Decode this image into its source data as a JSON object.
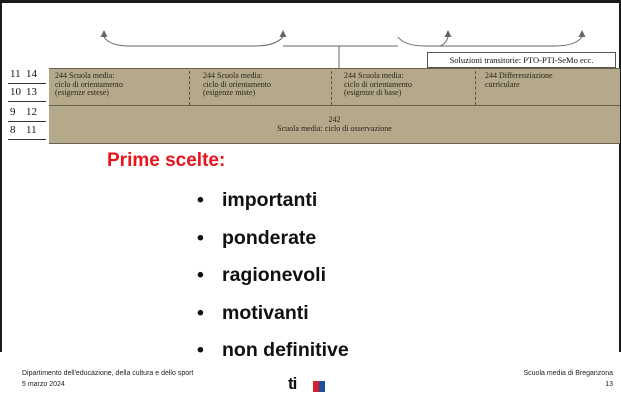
{
  "diagram": {
    "transitional_solutions": "Soluzioni transitorie: PTO-PTI-SeMo ecc.",
    "grades": [
      {
        "a": "11",
        "b": "14"
      },
      {
        "a": "10",
        "b": "13"
      },
      {
        "a": "9",
        "b": "12"
      },
      {
        "a": "8",
        "b": "11"
      }
    ],
    "columns": [
      {
        "lines": [
          "244 Scuola media:",
          "ciclo di orientamento",
          "(esigenze estese)"
        ]
      },
      {
        "lines": [
          "244 Scuola media:",
          "ciclo di orientamento",
          "(esigenze miste)"
        ]
      },
      {
        "lines": [
          "244 Scuola media:",
          "ciclo di orientamento",
          "(esigenze di base)"
        ]
      },
      {
        "lines": [
          "244 Differenziazione",
          "curriculare",
          ""
        ]
      }
    ],
    "observation": {
      "code": "242",
      "label": "Scuola media: ciclo di osservazione"
    }
  },
  "slide": {
    "heading": "Prime scelte:",
    "bullet_char": "•",
    "bullets": [
      "importanti",
      "ponderate",
      "ragionevoli",
      "motivanti",
      "non definitive"
    ]
  },
  "footer": {
    "department": "Dipartimento dell'educazione, della cultura e dello sport",
    "date": "5 marzo 2024",
    "school": "Scuola media di Breganzona",
    "page_number": "13",
    "logo_text": "ti",
    "flag_colors": [
      "#d81e2a",
      "#1f4fa0"
    ]
  }
}
